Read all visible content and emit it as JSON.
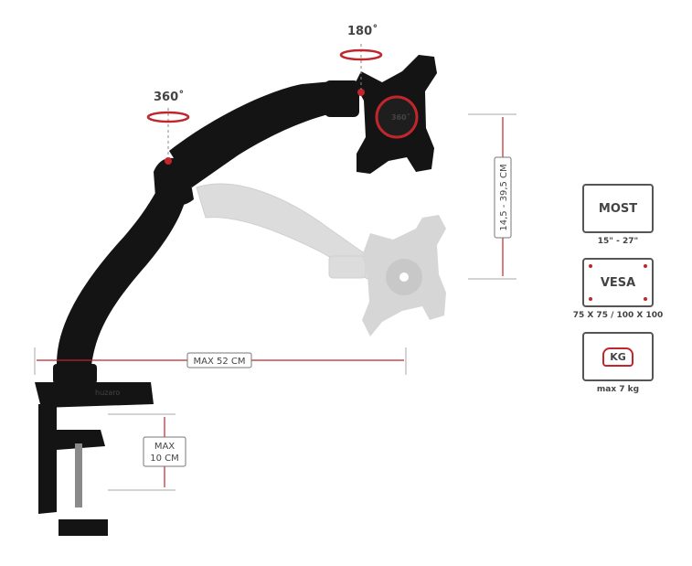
{
  "rotation_top": "180˚",
  "rotation_arm": "360˚",
  "rotation_plate": "360˚",
  "height_range": "14,5 - 39,5 CM",
  "max_reach": "MAX 52 CM",
  "clamp_label_line1": "MAX",
  "clamp_label_line2": "10 CM",
  "brand": "huzaro",
  "badges": [
    {
      "title": "MOST",
      "caption": "15\" - 27\""
    },
    {
      "title": "VESA",
      "caption": "75 X 75 / 100 X 100"
    },
    {
      "title": "KG",
      "caption": "max 7 kg"
    }
  ],
  "colors": {
    "accent": "#c0262c",
    "arm": "#141414",
    "ghost": "#d9d9d9",
    "text": "#444444"
  }
}
